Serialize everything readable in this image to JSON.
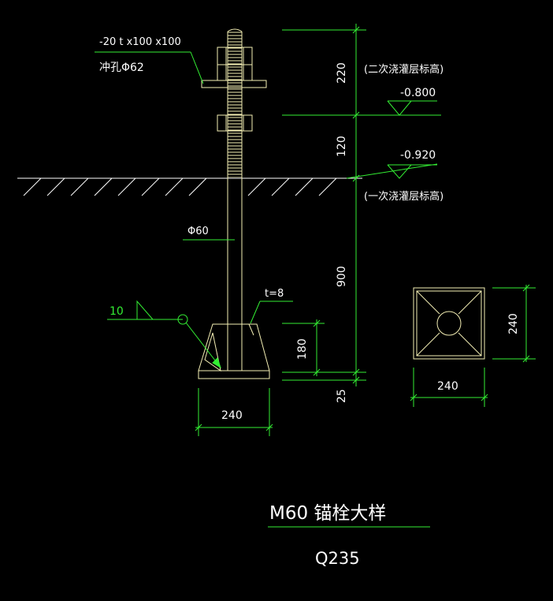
{
  "drawing": {
    "title": "M60 锚栓大样",
    "material": "Q235"
  },
  "plate_note": {
    "line1": "-20 t x100 x100",
    "line2": "冲孔Φ62"
  },
  "levels": {
    "second_pour": {
      "elevation": "-0.800",
      "label": "(二次浇灌层标高)"
    },
    "first_pour": {
      "elevation": "-0.920",
      "label": "(一次浇灌层标高)"
    }
  },
  "dimensions": {
    "seg_top": "220",
    "seg_mid": "120",
    "seg_embed": "900",
    "seg_base": "25",
    "anchor_height": "180",
    "base_width": "240",
    "plan_width": "240",
    "plan_height": "240"
  },
  "labels": {
    "diameter": "Φ60",
    "plate_thickness": "t=8",
    "weld_size": "10"
  },
  "colors": {
    "outline": "#f4efb4",
    "dimension": "#33ee33",
    "text": "#ffffff",
    "background": "#000000"
  }
}
